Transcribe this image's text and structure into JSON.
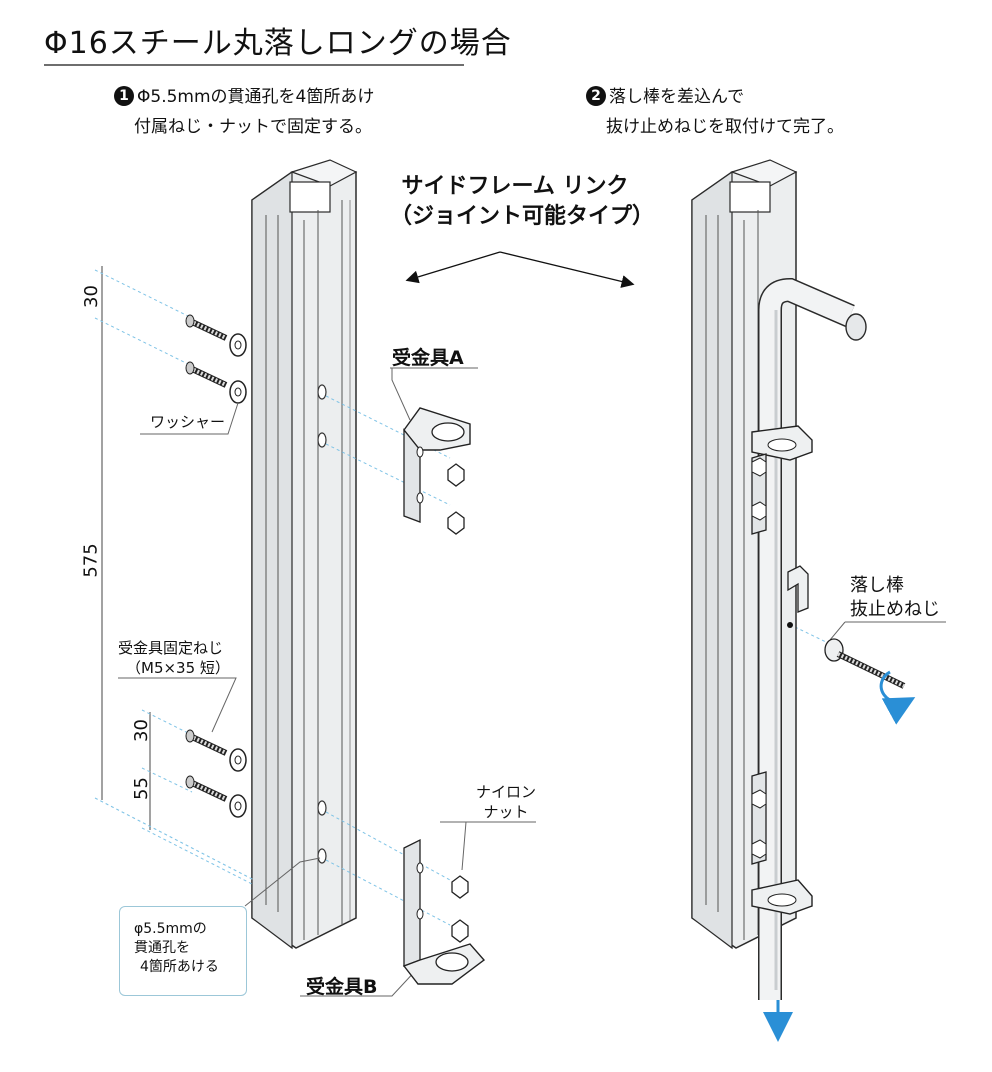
{
  "title": "Φ16スチール丸落しロングの場合",
  "steps": [
    {
      "num": "1",
      "line1": "Φ5.5mmの貫通孔を4箇所あけ",
      "line2": "付属ねじ・ナットで固定する。"
    },
    {
      "num": "2",
      "line1": "落し棒を差込んで",
      "line2": "抜け止めねじを取付けて完了。"
    }
  ],
  "frame_label": {
    "line1": "サイドフレーム リンク",
    "line2": "（ジョイント可能タイプ）"
  },
  "labels": {
    "washer": "ワッシャー",
    "bracket_a": "受金具A",
    "bracket_b": "受金具B",
    "bracket_screw_line1": "受金具固定ねじ",
    "bracket_screw_line2": "（M5×35 短）",
    "nylon_nut_line1": "ナイロン",
    "nylon_nut_line2": "ナット",
    "rod_screw_line1": "落し棒",
    "rod_screw_line2": "抜止めねじ"
  },
  "hole_note": {
    "line1": "φ5.5mmの",
    "line2": "貫通孔を",
    "line3": "4箇所あける"
  },
  "dimensions": {
    "top_gap": "30",
    "main_span": "575",
    "lower_gap": "30",
    "bottom_gap": "55"
  },
  "colors": {
    "guide": "#7fc3e6",
    "arrow": "#2a8fd6",
    "frame_fill": "#eceeef",
    "outline": "#2b2b2b"
  }
}
